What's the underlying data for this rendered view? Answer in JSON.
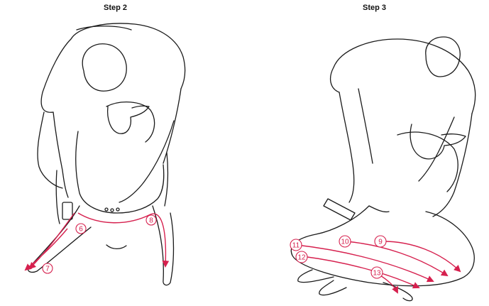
{
  "steps": [
    {
      "title": "Step 2",
      "markers": [
        "6",
        "7",
        "8"
      ]
    },
    {
      "title": "Step 3",
      "markers": [
        "9",
        "10",
        "11",
        "12",
        "13"
      ]
    }
  ],
  "colors": {
    "arrow": "#d6204e",
    "line": "#1a1a1a",
    "background": "#ffffff"
  }
}
